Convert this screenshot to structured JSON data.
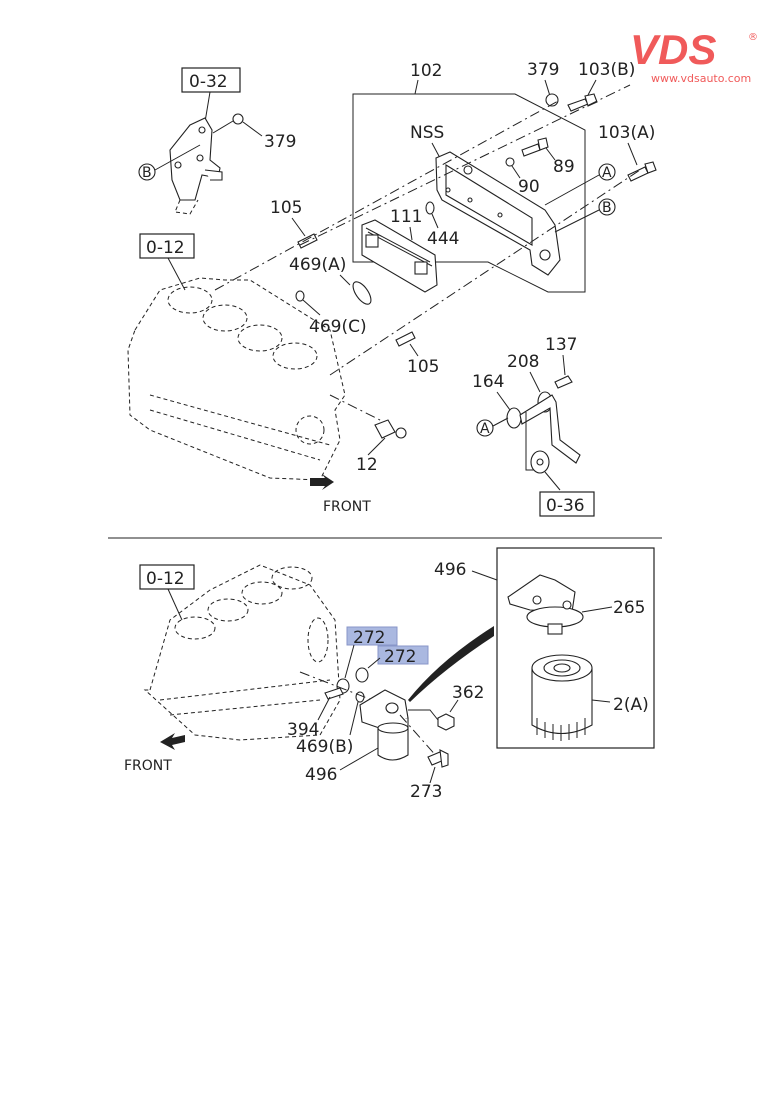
{
  "logo": {
    "brand": "VDS",
    "registered": "®",
    "url": "www.vdsauto.com",
    "color": "#f05a5a"
  },
  "top_section": {
    "ref_boxes": [
      "0-32",
      "0-12",
      "0-36"
    ],
    "labels": {
      "p102": "102",
      "p379a": "379",
      "p103b": "103(B)",
      "p379b": "379",
      "nss": "NSS",
      "p89": "89",
      "p103a": "103(A)",
      "p90": "90",
      "p105a": "105",
      "p111": "111",
      "p444": "444",
      "p469a": "469(A)",
      "p469c": "469(C)",
      "p105b": "105",
      "p137": "137",
      "p208": "208",
      "p164": "164",
      "p12": "12",
      "front": "FRONT"
    },
    "circle_markers": [
      "B",
      "A",
      "B",
      "A"
    ]
  },
  "bottom_section": {
    "ref_boxes": [
      "0-12"
    ],
    "labels": {
      "p496a": "496",
      "p265": "265",
      "p272a": "272",
      "p272b": "272",
      "p362": "362",
      "p2a": "2(A)",
      "p394": "394",
      "p469b": "469(B)",
      "p496b": "496",
      "p273": "273",
      "front": "FRONT"
    },
    "highlight_color": "#aab8e0"
  }
}
